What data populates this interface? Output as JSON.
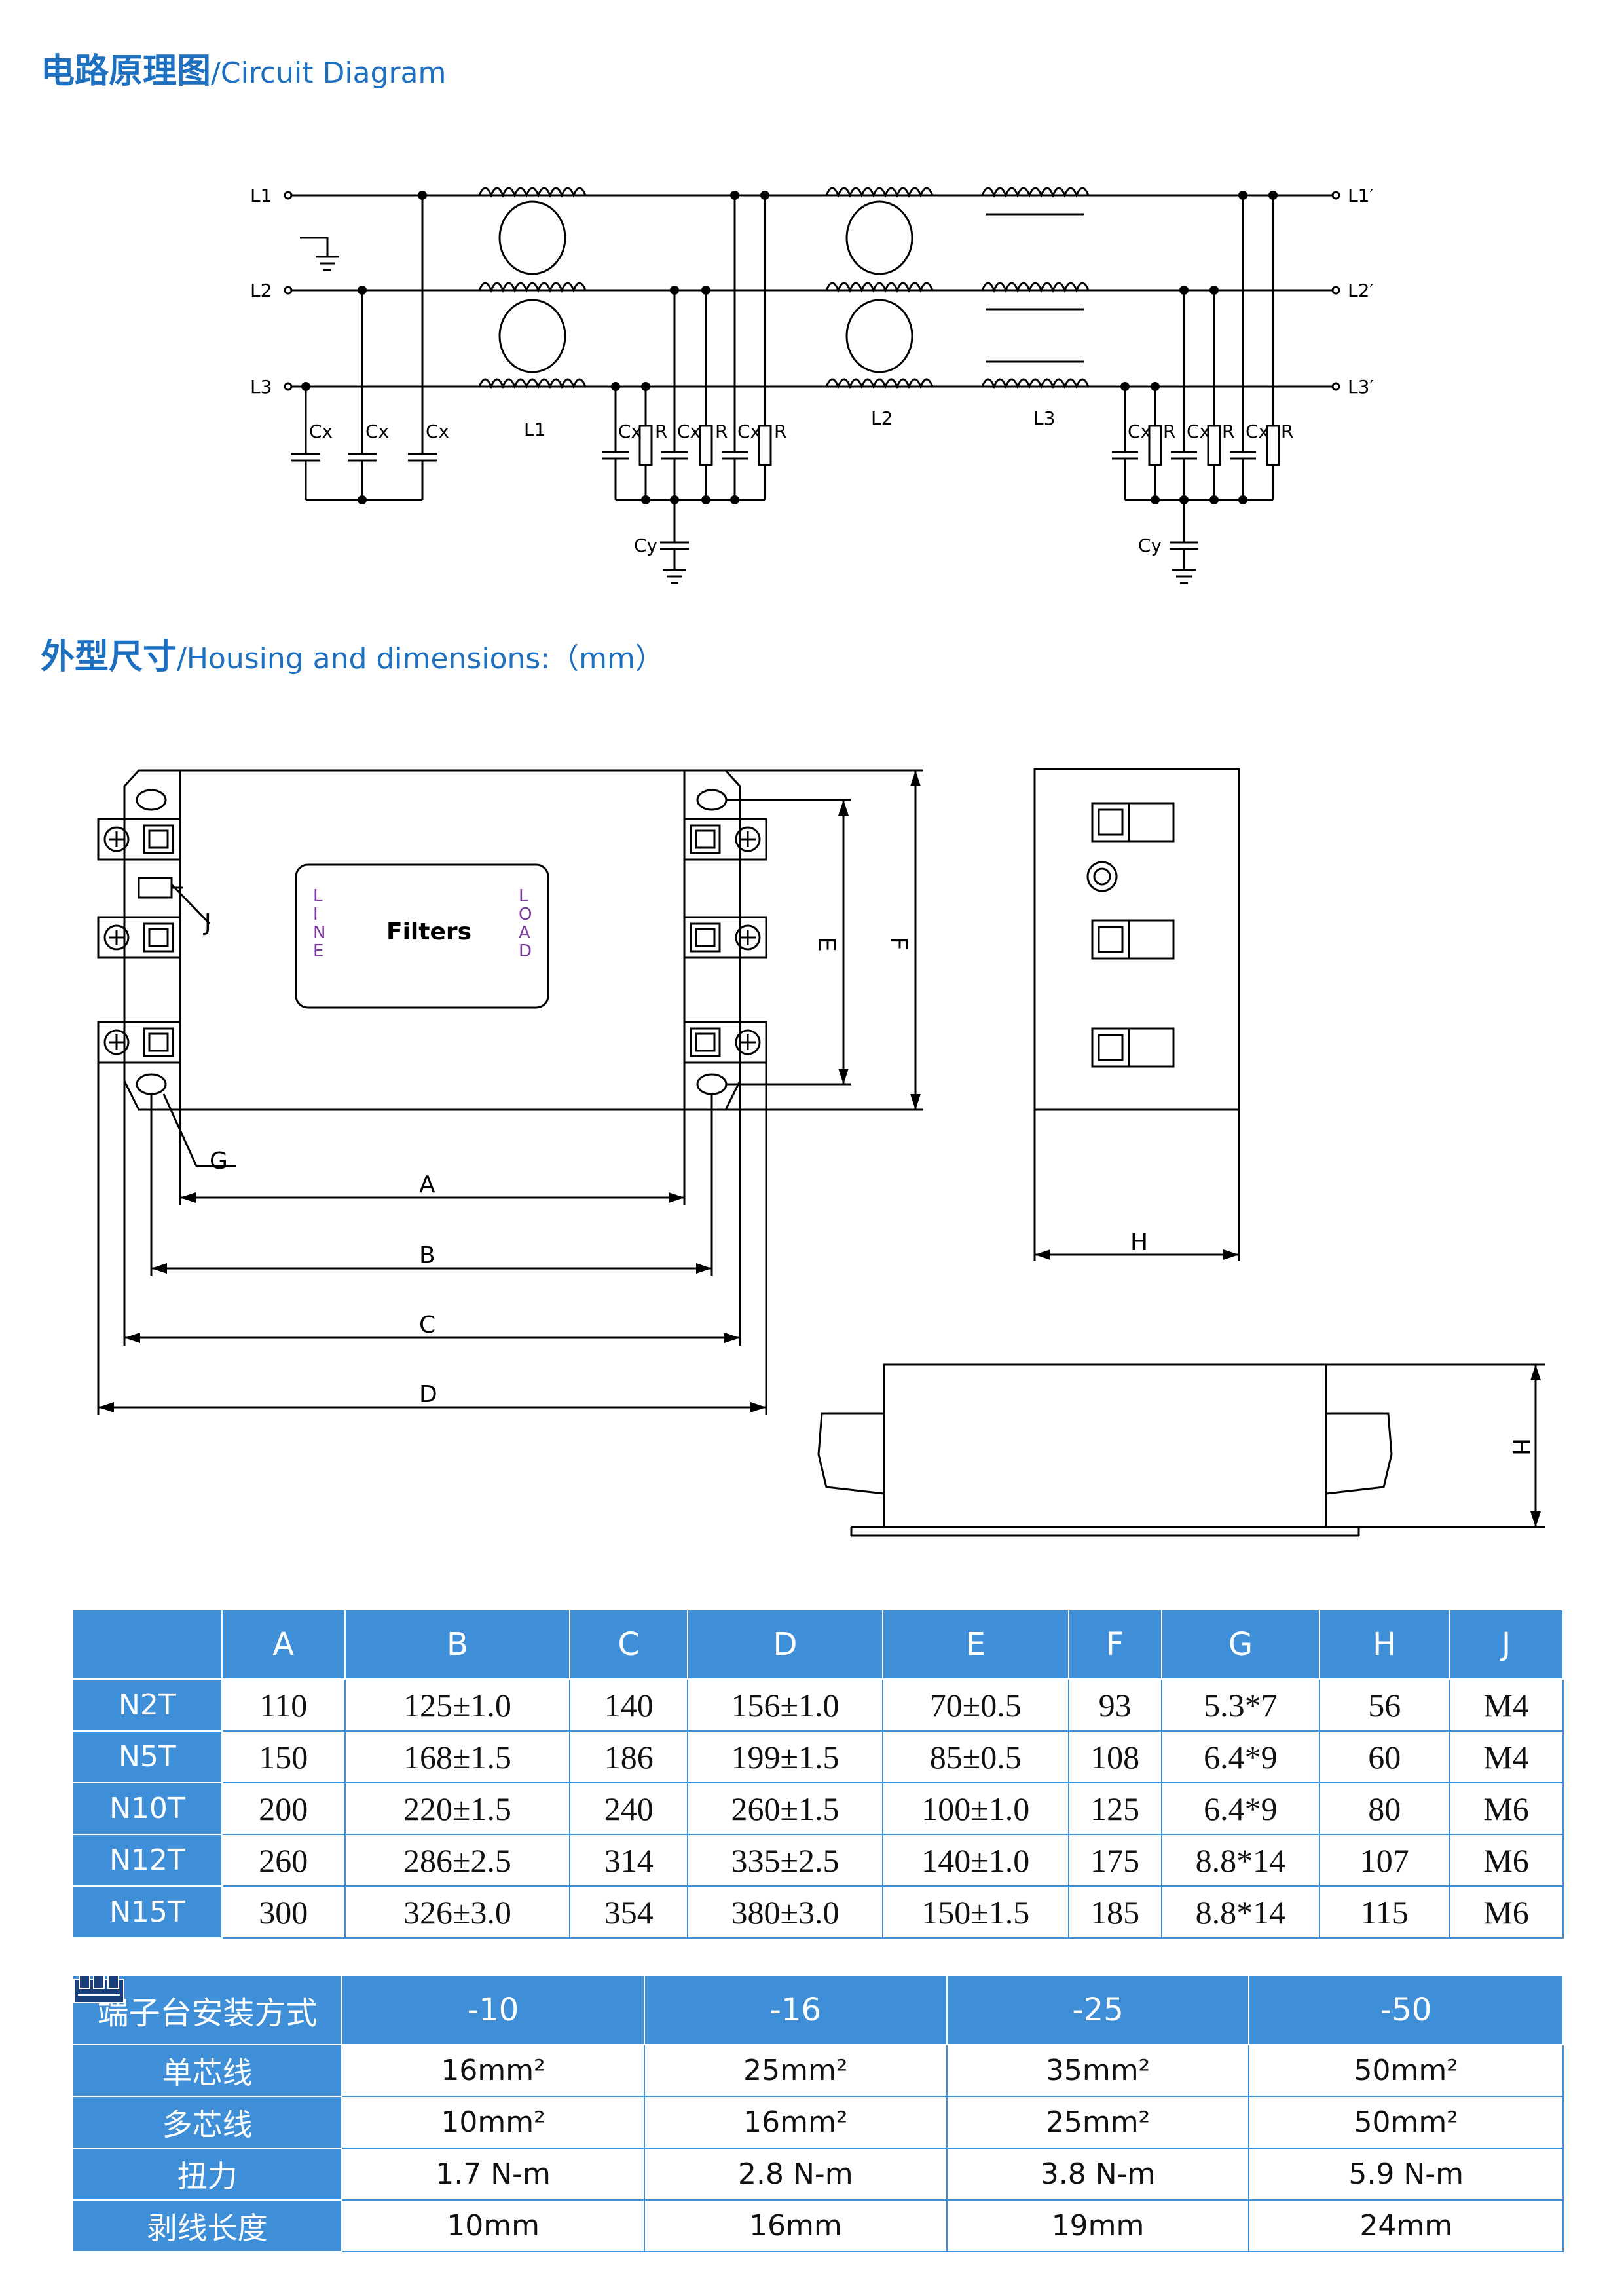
{
  "headings": {
    "circuit_zh": "电路原理图",
    "circuit_en": "/Circuit Diagram",
    "housing_zh": "外型尺寸",
    "housing_en": "/Housing and dimensions:（mm）"
  },
  "circuit_labels": {
    "in": [
      "L1",
      "L2",
      "L3"
    ],
    "out": [
      "L1′",
      "L2′",
      "L3′"
    ],
    "cx": "Cx",
    "r": "R",
    "cy": "Cy",
    "coil1": "L1",
    "coil2": "L2",
    "coil3": "L3"
  },
  "drawing_labels": {
    "filters": "Filters",
    "line": [
      "L",
      "I",
      "N",
      "E"
    ],
    "load": [
      "L",
      "O",
      "A",
      "D"
    ],
    "dims": {
      "A": "A",
      "B": "B",
      "C": "C",
      "D": "D",
      "E": "E",
      "F": "F",
      "G": "G",
      "H": "H",
      "J": "J"
    }
  },
  "dimensions_table": {
    "columns": [
      "",
      "A",
      "B",
      "C",
      "D",
      "E",
      "F",
      "G",
      "H",
      "J"
    ],
    "rows": [
      [
        "N2T",
        "110",
        "125±1.0",
        "140",
        "156±1.0",
        "70±0.5",
        "93",
        "5.3*7",
        "56",
        "M4"
      ],
      [
        "N5T",
        "150",
        "168±1.5",
        "186",
        "199±1.5",
        "85±0.5",
        "108",
        "6.4*9",
        "60",
        "M4"
      ],
      [
        "N10T",
        "200",
        "220±1.5",
        "240",
        "260±1.5",
        "100±1.0",
        "125",
        "6.4*9",
        "80",
        "M6"
      ],
      [
        "N12T",
        "260",
        "286±2.5",
        "314",
        "335±2.5",
        "140±1.0",
        "175",
        "8.8*14",
        "107",
        "M6"
      ],
      [
        "N15T",
        "300",
        "326±3.0",
        "354",
        "380±3.0",
        "150±1.5",
        "185",
        "8.8*14",
        "115",
        "M6"
      ]
    ]
  },
  "terminal_table": {
    "header_label": "端子台安装方式",
    "columns": [
      "-10",
      "-16",
      "-25",
      "-50"
    ],
    "rows": [
      {
        "label": "单芯线",
        "values": [
          "16mm²",
          "25mm²",
          "35mm²",
          "50mm²"
        ]
      },
      {
        "label": "多芯线",
        "values": [
          "10mm²",
          "16mm²",
          "25mm²",
          "50mm²"
        ]
      },
      {
        "label": "扭力",
        "values": [
          "1.7 N-m",
          "2.8 N-m",
          "3.8 N-m",
          "5.9 N-m"
        ]
      },
      {
        "label": "剥线长度",
        "values": [
          "10mm",
          "16mm",
          "19mm",
          "24mm"
        ]
      }
    ]
  }
}
